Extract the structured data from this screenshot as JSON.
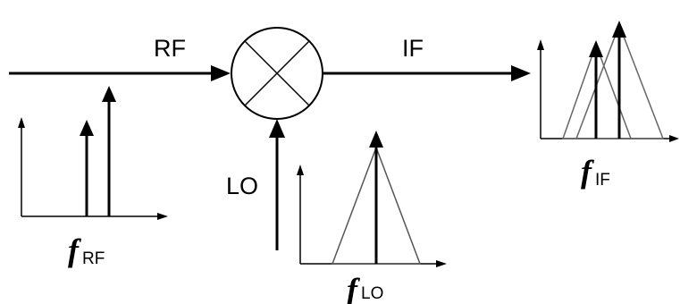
{
  "signals": {
    "rf_label": "RF",
    "if_label": "IF",
    "lo_label": "LO"
  },
  "spectra": {
    "rf": {
      "symbol": "f",
      "subscript": "RF"
    },
    "lo": {
      "symbol": "f",
      "subscript": "LO"
    },
    "if": {
      "symbol": "f",
      "subscript": "IF"
    }
  },
  "blocks": {
    "mixer": "mixer-symbol"
  },
  "colors": {
    "line": "#000000",
    "triangle": "#555555",
    "background": "#ffffff"
  }
}
